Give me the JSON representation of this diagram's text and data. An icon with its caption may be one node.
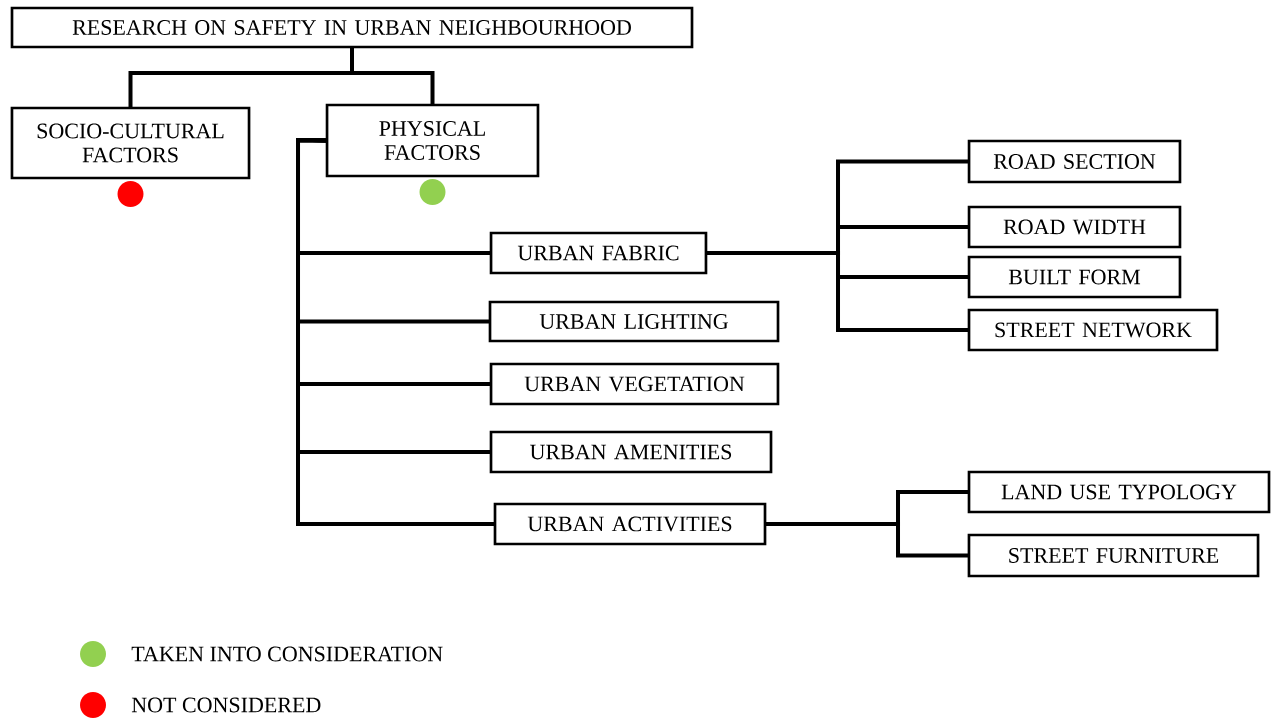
{
  "diagram": {
    "nodes": [
      {
        "text": [
          "RESEARCH ON SAFETY IN URBAN NEIGHBOURHOOD"
        ]
      },
      {
        "text": [
          "SOCIO-CULTURAL FACTORS"
        ]
      },
      {
        "text": [
          "PHYSICAL FACTORS"
        ]
      },
      {
        "text": [
          "URBAN FABRIC"
        ]
      },
      {
        "text": [
          "URBAN LIGHTING"
        ]
      },
      {
        "text": [
          "URBAN VEGETATION"
        ]
      },
      {
        "text": [
          "URBAN AMENITIES"
        ]
      },
      {
        "text": [
          "URBAN ACTIVITIES"
        ]
      },
      {
        "text": [
          "ROAD SECTION"
        ]
      },
      {
        "text": [
          "ROAD WIDTH"
        ]
      },
      {
        "text": [
          "BUILT FORM"
        ]
      },
      {
        "text": [
          "STREET NETWORK"
        ]
      },
      {
        "text": [
          "LAND USE TYPOLOGY"
        ]
      },
      {
        "text": [
          "STREET FURNITURE"
        ]
      }
    ],
    "edges": [
      {
        "from": 0,
        "to": 1,
        "arrow": "none"
      },
      {
        "from": 0,
        "to": 2,
        "arrow": "none"
      },
      {
        "from": 2,
        "to": 3,
        "arrow": "none"
      },
      {
        "from": 2,
        "to": 4,
        "arrow": "none"
      },
      {
        "from": 2,
        "to": 5,
        "arrow": "none"
      },
      {
        "from": 2,
        "to": 6,
        "arrow": "none"
      },
      {
        "from": 2,
        "to": 7,
        "arrow": "none"
      },
      {
        "from": 3,
        "to": 8,
        "arrow": "none"
      },
      {
        "from": 3,
        "to": 9,
        "arrow": "none"
      },
      {
        "from": 3,
        "to": 10,
        "arrow": "none"
      },
      {
        "from": 3,
        "to": 11,
        "arrow": "none"
      },
      {
        "from": 7,
        "to": 12,
        "arrow": "none"
      },
      {
        "from": 7,
        "to": 13,
        "arrow": "none"
      }
    ],
    "legend": [
      {
        "text": "TAKEN INTO CONSIDERATION",
        "color": "#92d050"
      },
      {
        "text": "NOT CONSIDERED",
        "color": "#ff0000"
      }
    ]
  }
}
